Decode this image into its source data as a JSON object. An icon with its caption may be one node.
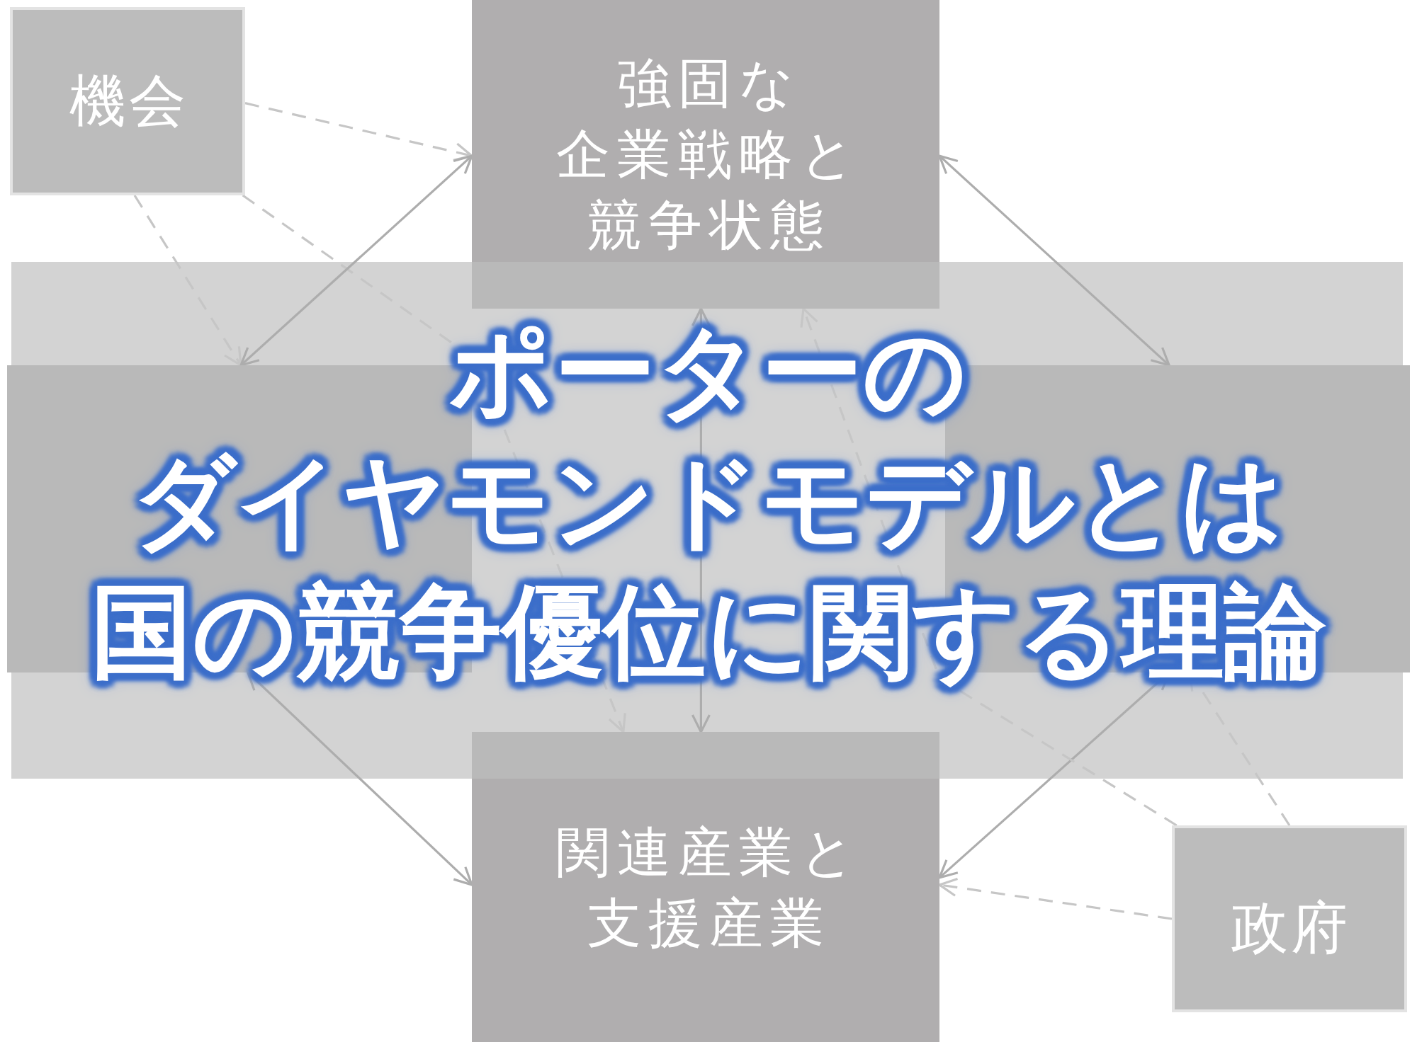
{
  "diagram": {
    "title": "ポーターのダイヤモンドモデルとは国の競争優位に関する理論",
    "nodes": [
      {
        "text": [
          "機会"
        ]
      },
      {
        "text": [
          "強固な企業戦略と競争状態"
        ]
      },
      {
        "text": [],
        "shape": "box"
      },
      {
        "text": [],
        "shape": "box"
      },
      {
        "text": [
          "関連産業と支援産業"
        ]
      },
      {
        "text": [
          "政府"
        ]
      }
    ],
    "edges": [
      {
        "from": 0,
        "to": 1,
        "arrow": "to",
        "style": "dashed"
      },
      {
        "from": 0,
        "to": 2,
        "arrow": "to",
        "style": "dashed"
      },
      {
        "from": 0,
        "to": 4,
        "arrow": "to",
        "style": "dashed"
      },
      {
        "from": 1,
        "to": 2,
        "arrow": "both"
      },
      {
        "from": 1,
        "to": 3,
        "arrow": "both"
      },
      {
        "from": 1,
        "to": 4,
        "arrow": "both"
      },
      {
        "from": 2,
        "to": 4,
        "arrow": "both"
      },
      {
        "from": 3,
        "to": 4,
        "arrow": "both"
      },
      {
        "from": 5,
        "to": 4,
        "arrow": "to",
        "style": "dashed"
      },
      {
        "from": 5,
        "to": 1,
        "arrow": "to",
        "style": "dashed"
      },
      {
        "from": 5,
        "to": 3,
        "arrow": "to",
        "style": "dashed"
      }
    ]
  }
}
